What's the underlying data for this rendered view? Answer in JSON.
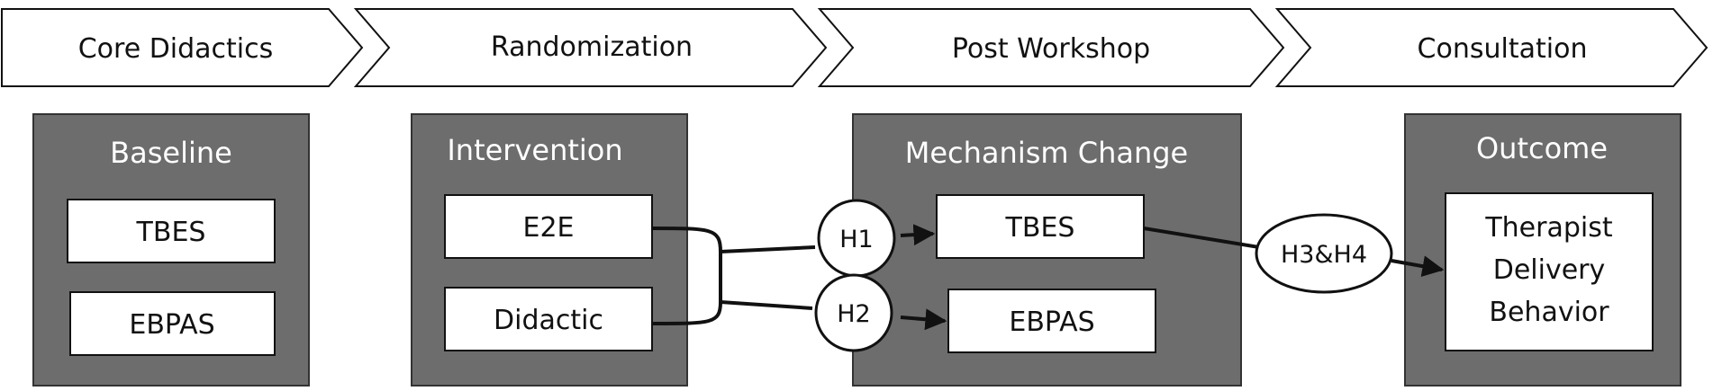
{
  "phases": [
    {
      "label": "Core Didactics"
    },
    {
      "label": "Randomization"
    },
    {
      "label": "Post Workshop"
    },
    {
      "label": "Consultation"
    }
  ],
  "panels": {
    "baseline": {
      "title": "Baseline",
      "items": [
        "TBES",
        "EBPAS"
      ]
    },
    "intervention": {
      "title": "Intervention",
      "items": [
        "E2E",
        "Didactic"
      ]
    },
    "mechanism": {
      "title": "Mechanism Change",
      "items": [
        "TBES",
        "EBPAS"
      ]
    },
    "outcome": {
      "title": "Outcome",
      "lines": [
        "Therapist",
        "Delivery",
        "Behavior"
      ]
    }
  },
  "hypotheses": {
    "h1": "H1",
    "h2": "H2",
    "h34": "H3&H4"
  },
  "colors": {
    "panel_fill": "#6d6d6d",
    "panel_text": "#ffffff",
    "line": "#111111"
  }
}
